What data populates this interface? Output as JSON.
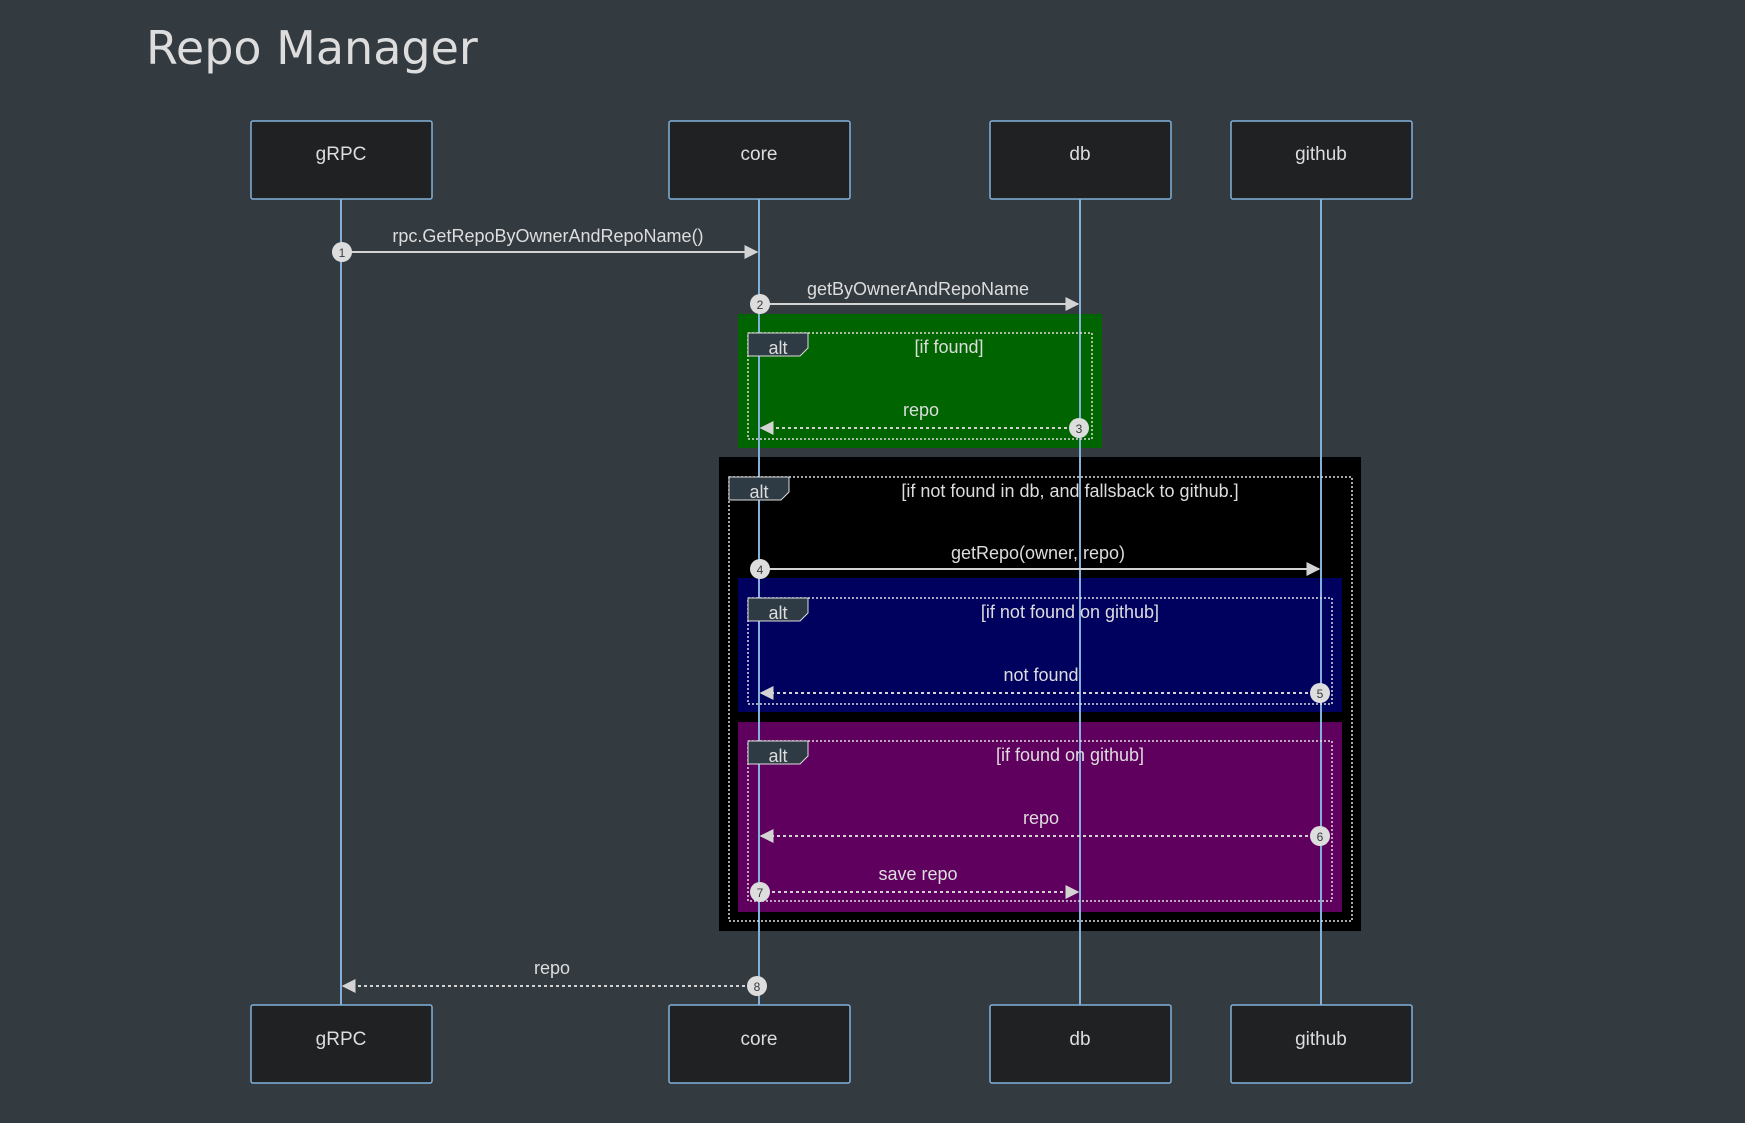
{
  "title": "Repo Manager",
  "participants": [
    {
      "id": "grpc",
      "label": "gRPC"
    },
    {
      "id": "core",
      "label": "core"
    },
    {
      "id": "db",
      "label": "db"
    },
    {
      "id": "github",
      "label": "github"
    }
  ],
  "messages": [
    {
      "num": "1",
      "label": "rpc.GetRepoByOwnerAndRepoName()",
      "from": "gRPC",
      "to": "core",
      "style": "solid"
    },
    {
      "num": "2",
      "label": "getByOwnerAndRepoName",
      "from": "core",
      "to": "db",
      "style": "solid"
    },
    {
      "num": "3",
      "label": "repo",
      "from": "db",
      "to": "core",
      "style": "dotted"
    },
    {
      "num": "4",
      "label": "getRepo(owner, repo)",
      "from": "core",
      "to": "github",
      "style": "solid"
    },
    {
      "num": "5",
      "label": "not found",
      "from": "github",
      "to": "core",
      "style": "dotted"
    },
    {
      "num": "6",
      "label": "repo",
      "from": "github",
      "to": "core",
      "style": "dotted"
    },
    {
      "num": "7",
      "label": "save repo",
      "from": "core",
      "to": "db",
      "style": "dotted"
    },
    {
      "num": "8",
      "label": "repo",
      "from": "core",
      "to": "gRPC",
      "style": "dotted"
    }
  ],
  "fragments": [
    {
      "keyword": "alt",
      "condition": "[if found]",
      "fill": "#006400"
    },
    {
      "keyword": "alt",
      "condition": "[if not found in db, and fallsback to github.]",
      "fill": "#000000"
    },
    {
      "keyword": "alt",
      "condition": "[if not found on github]",
      "fill": "#00005f"
    },
    {
      "keyword": "alt",
      "condition": "[if found on github]",
      "fill": "#5f005f"
    }
  ],
  "colors": {
    "background": "#333a40",
    "participant_box": "#1f2123",
    "participant_border": "#81b1db",
    "lifeline": "#81b1db",
    "arrow": "#d3d3d3",
    "text": "#dddddd",
    "title": "#dddddd"
  }
}
